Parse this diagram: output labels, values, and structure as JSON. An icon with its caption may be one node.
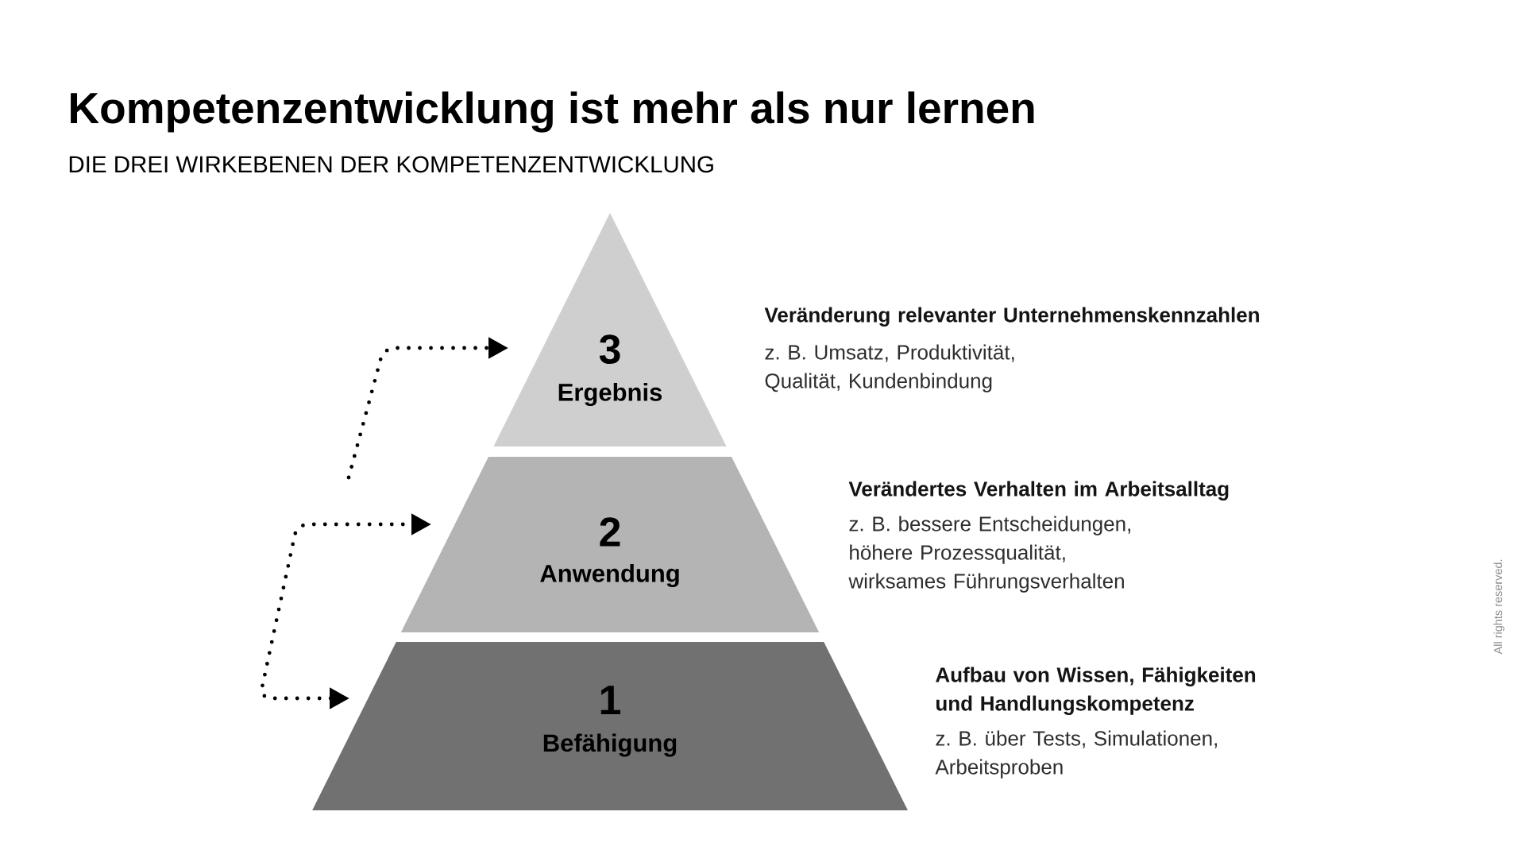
{
  "diagram": {
    "title": "Kompetenzentwicklung ist mehr als nur lernen",
    "nodes": [
      {
        "text": [
          "3",
          "Ergebnis"
        ],
        "beside": [
          "Veränderung relevanter Unternehmenskennzahlen",
          "z. B. Umsatz, Produktivität, Qualität, Kundenbindung"
        ]
      },
      {
        "text": [
          "2",
          "Anwendung"
        ],
        "beside": [
          "Verändertes Verhalten im Arbeitsalltag",
          "z. B. bessere Entscheidungen, höhere Prozessqualität, wirksames Führungsverhalten"
        ]
      },
      {
        "text": [
          "1",
          "Befähigung"
        ],
        "beside": [
          "Aufbau von Wissen, Fähigkeiten und Handlungskompetenz",
          "z. B. über Tests, Simulationen, Arbeitsproben"
        ]
      }
    ],
    "edges": [
      {
        "from": null,
        "to": 0,
        "arrow": "to"
      },
      {
        "from": 2,
        "to": 1,
        "arrow": "both"
      }
    ],
    "labels": [
      "DIE DREI WIRKEBENEN DER KOMPETENZENTWICKLUNG",
      "All rights reserved."
    ]
  }
}
